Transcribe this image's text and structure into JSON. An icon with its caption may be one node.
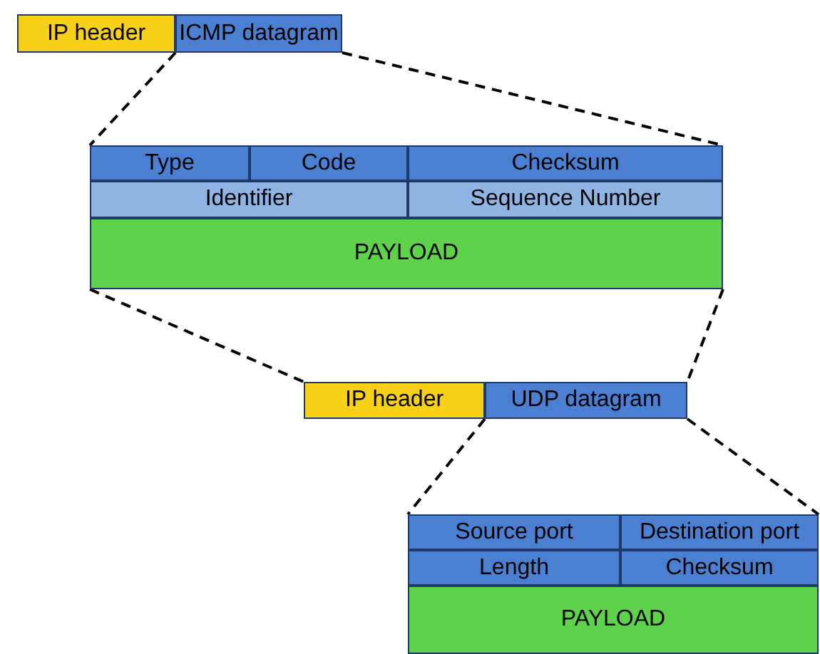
{
  "diagram": {
    "nodes": [
      {
        "text": [
          "IP header"
        ]
      },
      {
        "text": [
          "ICMP datagram"
        ]
      },
      {
        "text": [],
        "shape": "box"
      },
      {
        "text": [
          "Type"
        ],
        "in": 2
      },
      {
        "text": [
          "Code"
        ],
        "in": 2
      },
      {
        "text": [
          "Checksum"
        ],
        "in": 2
      },
      {
        "text": [
          "Identifier"
        ],
        "in": 2
      },
      {
        "text": [
          "Sequence Number"
        ],
        "in": 2
      },
      {
        "text": [
          "PAYLOAD"
        ],
        "in": 2
      },
      {
        "text": [
          "IP header"
        ]
      },
      {
        "text": [
          "UDP datagram"
        ]
      },
      {
        "text": [],
        "shape": "box"
      },
      {
        "text": [
          "Source port"
        ],
        "in": 11
      },
      {
        "text": [
          "Destination port"
        ],
        "in": 11
      },
      {
        "text": [
          "Length"
        ],
        "in": 11
      },
      {
        "text": [
          "Checksum"
        ],
        "in": 11
      },
      {
        "text": [
          "PAYLOAD"
        ],
        "in": 11
      }
    ],
    "edges": [
      {
        "from": 1,
        "to": 2,
        "arrow": "none",
        "style": "dashed"
      },
      {
        "from": 1,
        "to": 2,
        "arrow": "none",
        "style": "dashed"
      },
      {
        "from": 8,
        "to": 9,
        "arrow": "none",
        "style": "dashed"
      },
      {
        "from": 8,
        "to": 10,
        "arrow": "none",
        "style": "dashed"
      },
      {
        "from": 10,
        "to": 11,
        "arrow": "none",
        "style": "dashed"
      },
      {
        "from": 10,
        "to": 11,
        "arrow": "none",
        "style": "dashed"
      }
    ]
  }
}
